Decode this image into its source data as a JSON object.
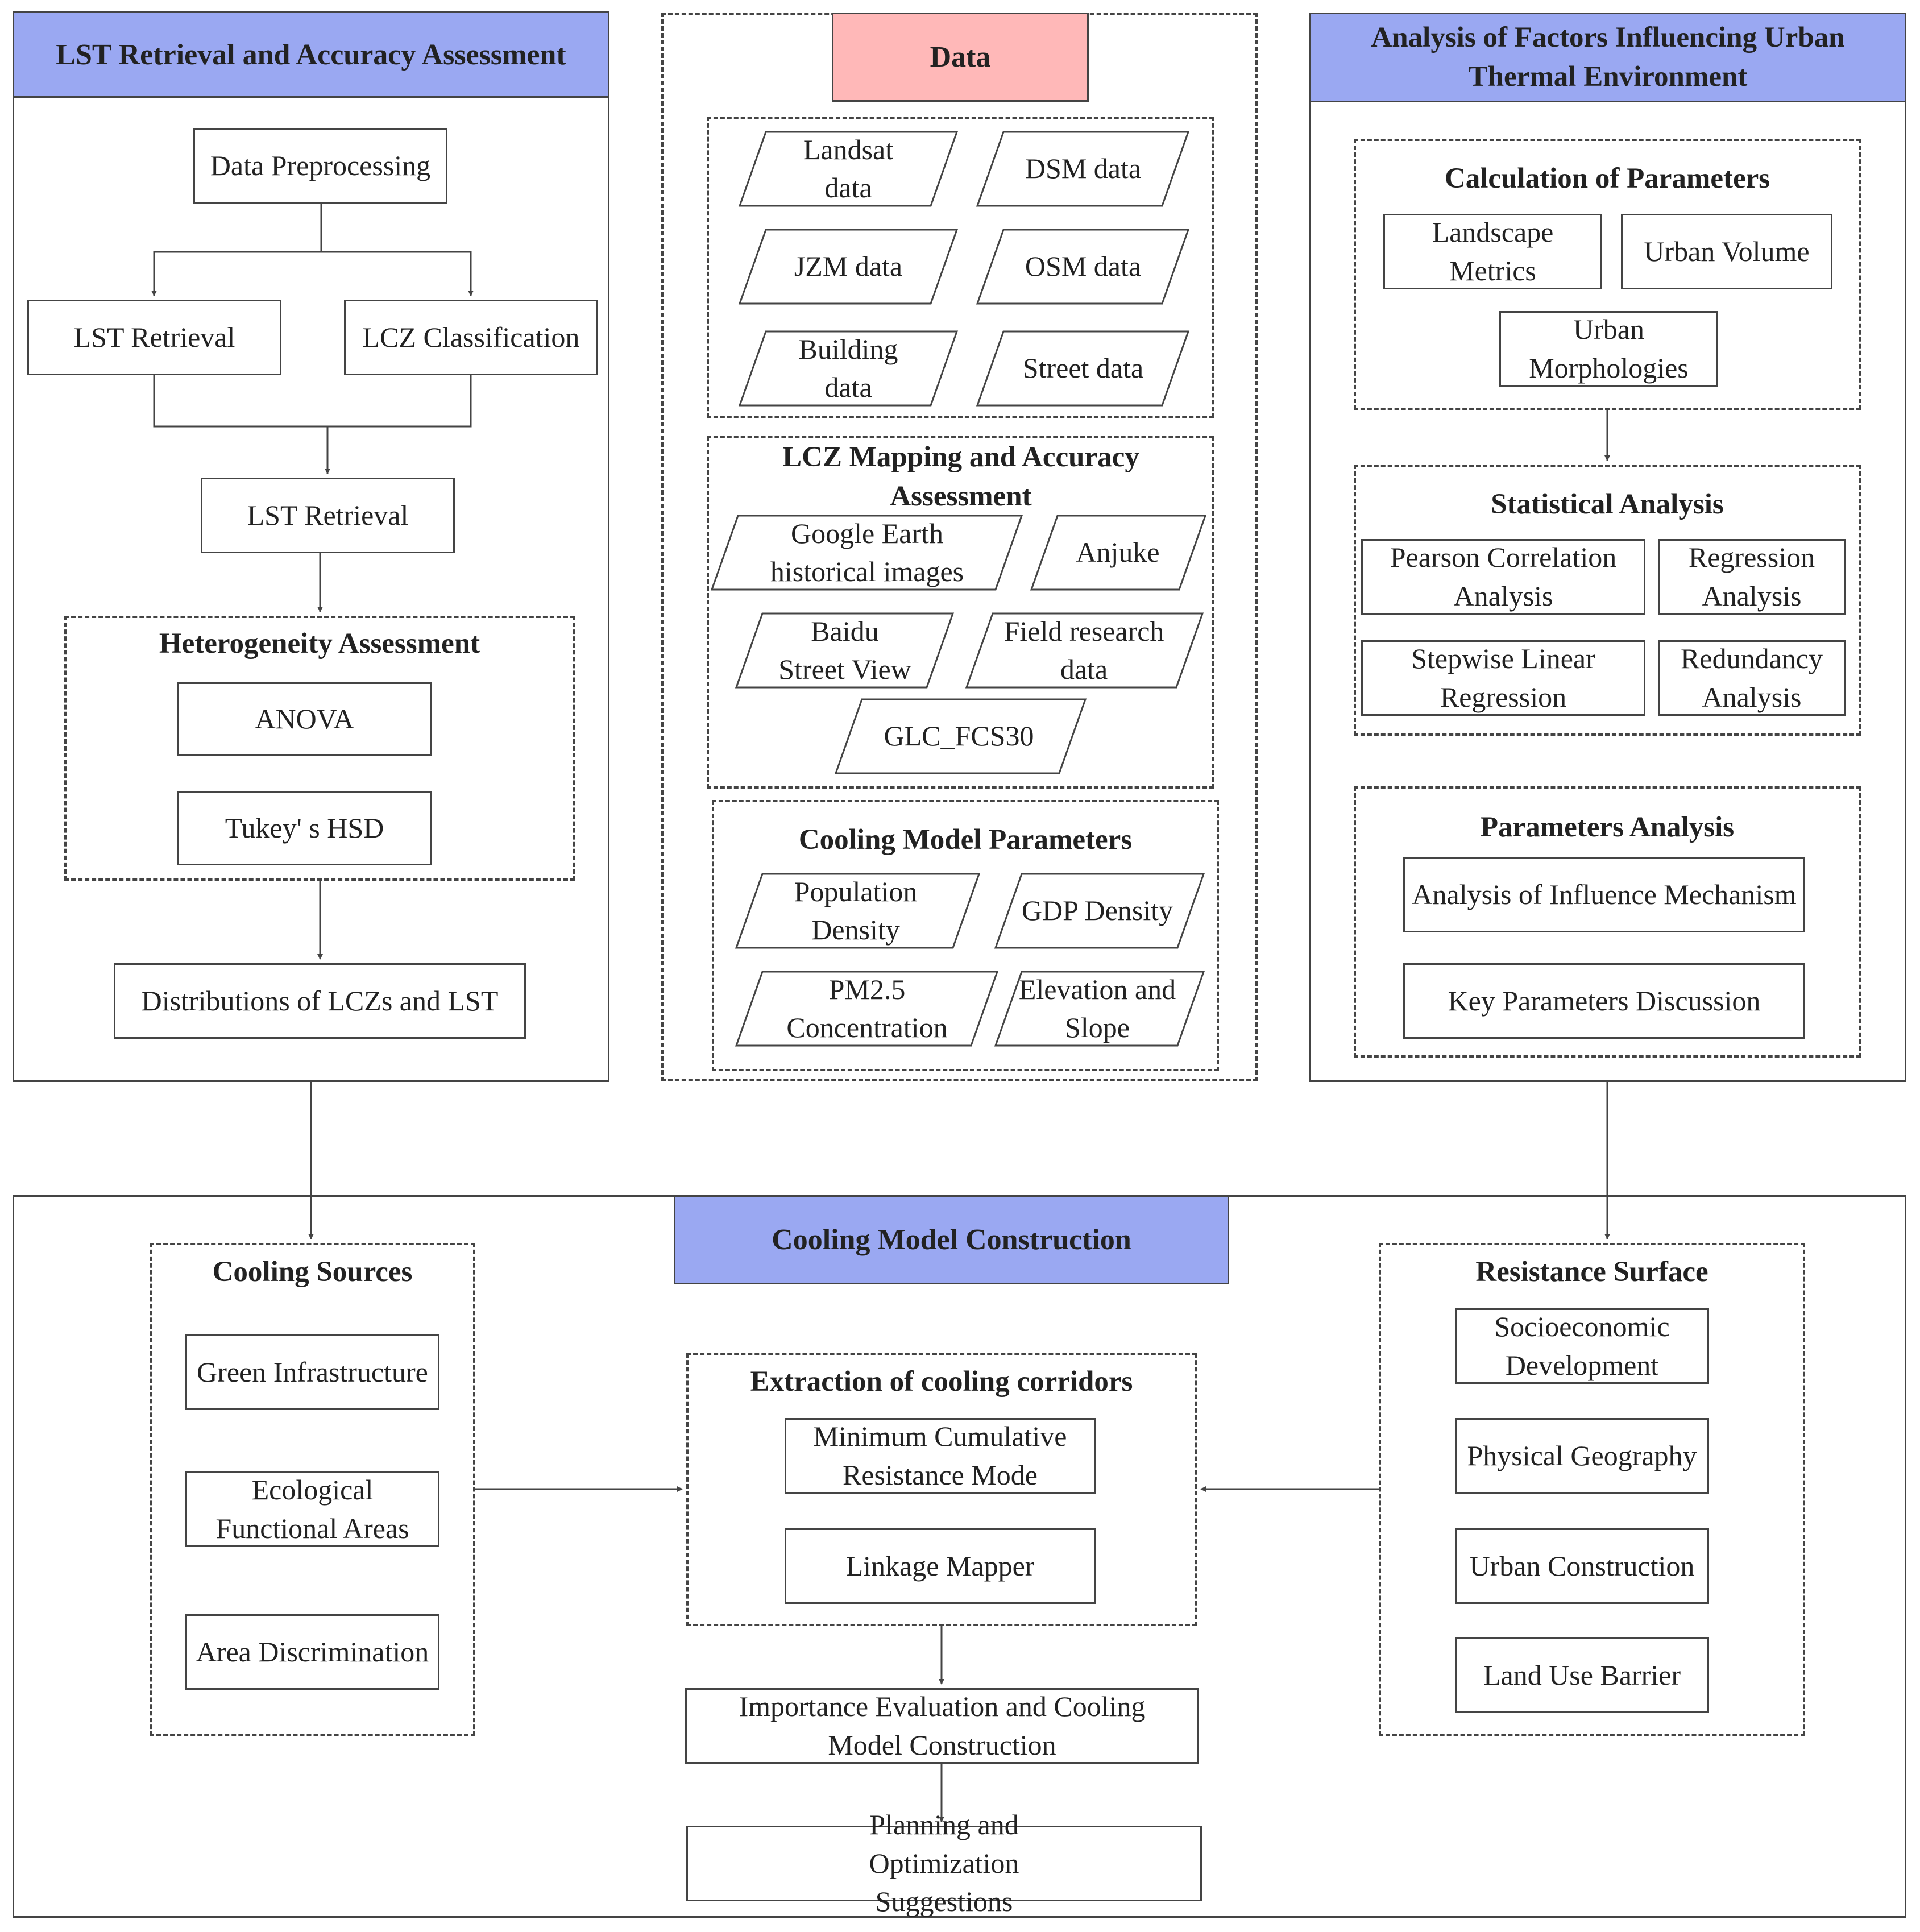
{
  "colors": {
    "accent_blue": "#9aa8f2",
    "accent_pink": "#ffb8b8",
    "line": "#444444"
  },
  "left_panel": {
    "title": "LST Retrieval and Accuracy Assessment",
    "data_preprocessing": "Data Preprocessing",
    "lst_retrieval_1": "LST Retrieval",
    "lcz_classification": "LCZ Classification",
    "lst_retrieval_2": "LST Retrieval",
    "heterogeneity": {
      "title": "Heterogeneity Assessment",
      "anova": "ANOVA",
      "tukey": "Tukey' s HSD"
    },
    "distributions": "Distributions of LCZs and LST"
  },
  "data_panel": {
    "title": "Data",
    "sources": [
      "Landsat data",
      "DSM data",
      "JZM data",
      "OSM data",
      "Building data",
      "Street data"
    ],
    "lcz_mapping": {
      "title": "LCZ Mapping and Accuracy Assessment",
      "items": [
        "Google Earth historical images",
        "Anjuke",
        "Baidu Street View",
        "Field research data",
        "GLC_FCS30"
      ]
    },
    "cooling_params": {
      "title": "Cooling Model Parameters",
      "items": [
        "Population Density",
        "GDP Density",
        "PM2.5 Concentration",
        "Elevation and Slope"
      ]
    }
  },
  "right_panel": {
    "title": "Analysis of Factors Influencing Urban Thermal Environment",
    "calculation": {
      "title": "Calculation of Parameters",
      "landscape": "Landscape Metrics",
      "urban_volume": "Urban Volume",
      "urban_morph": "Urban Morphologies"
    },
    "statistical": {
      "title": "Statistical Analysis",
      "pearson": "Pearson Correlation Analysis",
      "regression": "Regression Analysis",
      "stepwise": "Stepwise Linear Regression",
      "redundancy": "Redundancy Analysis"
    },
    "parameters": {
      "title": "Parameters Analysis",
      "influence": "Analysis of Influence Mechanism",
      "key": "Key Parameters Discussion"
    }
  },
  "bottom_panel": {
    "title": "Cooling Model Construction",
    "cooling_sources": {
      "title": "Cooling Sources",
      "green": "Green Infrastructure",
      "ecological": "Ecological Functional Areas",
      "area": "Area Discrimination"
    },
    "extraction": {
      "title": "Extraction of cooling corridors",
      "mcr": "Minimum Cumulative Resistance Mode",
      "linkage": "Linkage Mapper"
    },
    "importance": "Importance Evaluation and Cooling Model Construction",
    "planning": "Planning and Optimization Suggestions",
    "resistance": {
      "title": "Resistance Surface",
      "socio": "Socioeconomic Development",
      "physical": "Physical Geography",
      "urban": "Urban Construction",
      "landuse": "Land Use Barrier"
    }
  }
}
